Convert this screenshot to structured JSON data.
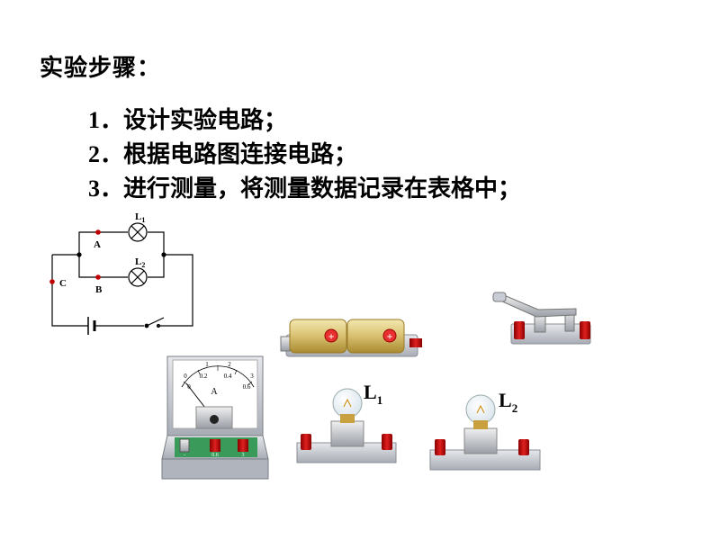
{
  "heading": "实验步骤：",
  "steps": [
    {
      "num": "1．",
      "text": "设计实验电路；"
    },
    {
      "num": "2．",
      "text": "根据电路图连接电路；"
    },
    {
      "num": "3．",
      "text": "进行测量，将测量数据记录在表格中；"
    }
  ],
  "circuit_diagram": {
    "lamp1": {
      "label": "L",
      "sub": "1"
    },
    "lamp2": {
      "label": "L",
      "sub": "2"
    },
    "points": [
      "A",
      "B",
      "C"
    ]
  },
  "ammeter": {
    "unit_label": "A",
    "top_scale": [
      "0",
      "1",
      "2",
      "3"
    ],
    "bottom_scale": [
      "0",
      "0.2",
      "0.4",
      "0.6"
    ],
    "terminals": [
      "-",
      "0.6",
      "3"
    ]
  },
  "battery": {
    "cell_symbol": "+"
  },
  "bulb1": {
    "label": "L",
    "sub": "1"
  },
  "bulb2": {
    "label": "L",
    "sub": "2"
  },
  "colors": {
    "point_red": "#c00000",
    "terminal_red": "#d01818",
    "battery_gold": "#d8c070",
    "board_gray": "#c8ccd4"
  }
}
